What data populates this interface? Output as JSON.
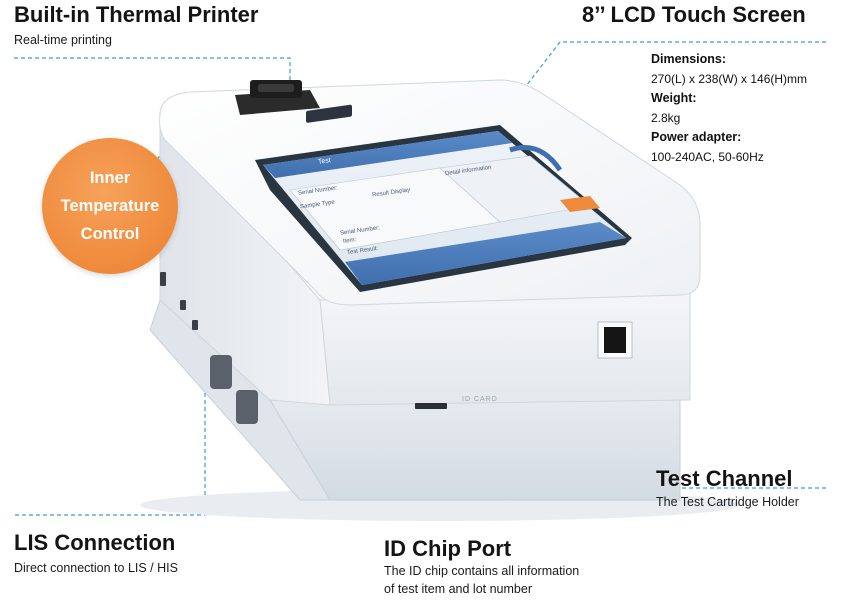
{
  "callouts": {
    "printer": {
      "title": "Built-in Thermal Printer",
      "subtitle": "Real-time printing"
    },
    "screen": {
      "title": "8’’ LCD Touch Screen"
    },
    "temperature": {
      "line1": "Inner",
      "line2": "Temperature",
      "line3": "Control"
    },
    "test_channel": {
      "title": "Test Channel",
      "subtitle": "The Test Cartridge Holder"
    },
    "lis": {
      "title": "LIS Connection",
      "subtitle": "Direct connection to LIS / HIS"
    },
    "id_chip": {
      "title": "ID Chip Port",
      "line1": "The ID chip contains all information",
      "line2": "of test item and lot number"
    }
  },
  "specs": {
    "dimensions_label": "Dimensions:",
    "dimensions_value": "270(L) x 238(W) x 146(H)mm",
    "weight_label": "Weight:",
    "weight_value": "2.8kg",
    "power_label": "Power adapter:",
    "power_value": "100-240AC, 50-60Hz"
  },
  "device_screen": {
    "test_button": "Test",
    "serial_label": "Serial Number:",
    "item_label": "Item:",
    "result_label": "Test Result:",
    "sample_label": "Sample Type",
    "result_display": "Result Display",
    "detail_label": "Detail information"
  },
  "device_labels": {
    "id_card": "ID CARD"
  },
  "colors": {
    "accent_orange": "#ef8a3c",
    "leader_blue": "#3a9fd6",
    "screen_blue": "#3f6fae"
  }
}
